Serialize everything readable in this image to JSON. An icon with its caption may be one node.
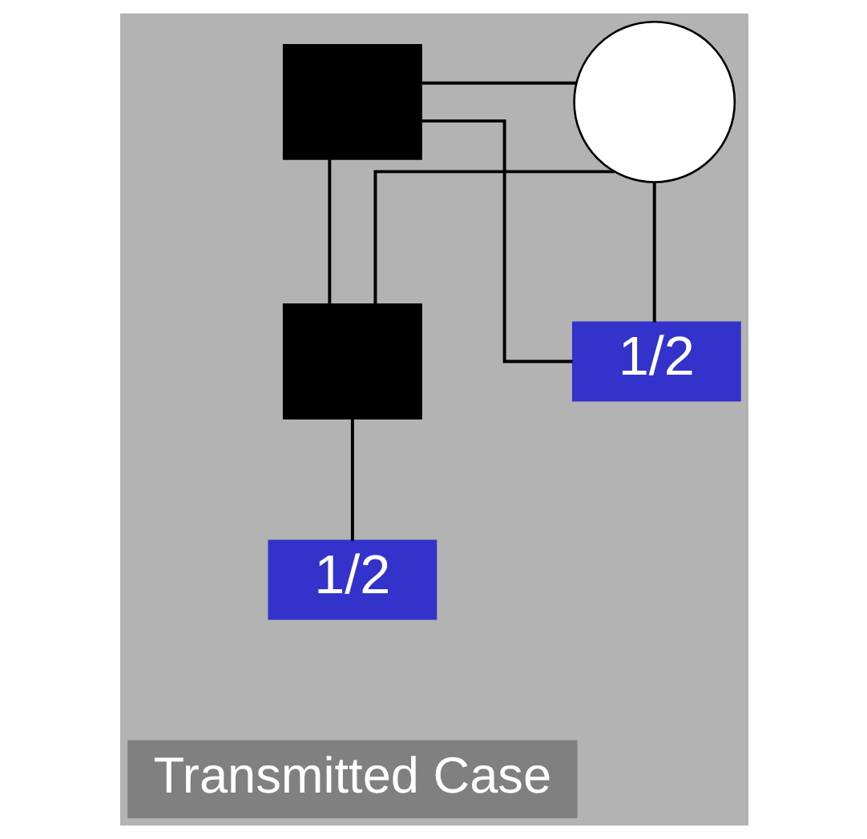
{
  "diagram": {
    "nodes": [
      {
        "text": [],
        "shape": "box"
      },
      {
        "text": [],
        "shape": "circle"
      },
      {
        "text": [],
        "shape": "box"
      },
      {
        "text": [
          "1/2"
        ]
      },
      {
        "text": [
          "1/2"
        ]
      },
      {
        "text": [
          "Transmitted Case"
        ]
      }
    ],
    "edges": [
      {
        "from": 0,
        "to": 1,
        "arrow": "none"
      },
      {
        "from": 0,
        "to": 2,
        "arrow": "none"
      },
      {
        "from": 1,
        "to": 2,
        "arrow": "none"
      },
      {
        "from": 0,
        "to": 4,
        "arrow": "none"
      },
      {
        "from": 1,
        "to": 4,
        "arrow": "none"
      },
      {
        "from": 2,
        "to": 3,
        "arrow": "none"
      }
    ]
  }
}
